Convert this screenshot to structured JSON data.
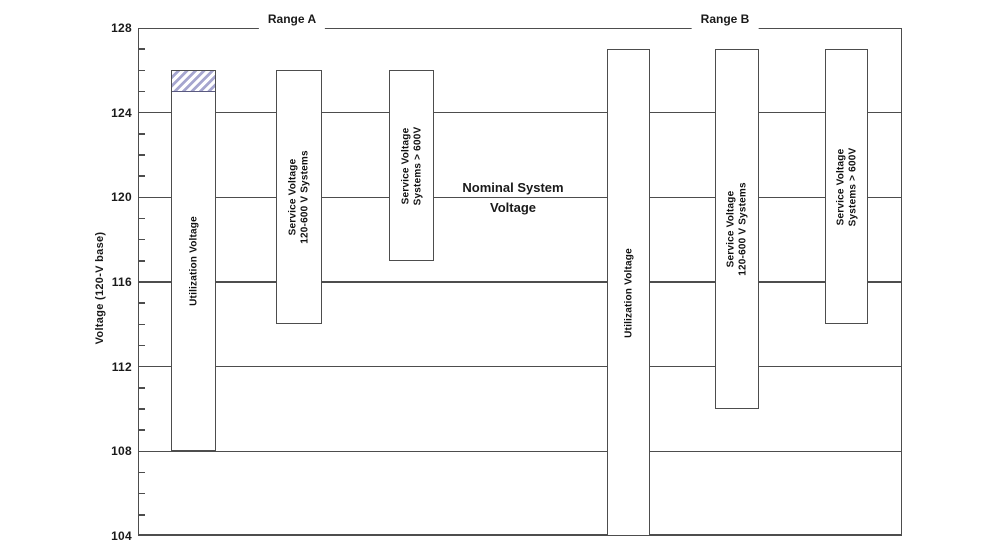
{
  "chart_data": {
    "type": "bar",
    "subtype": "floating-range-bars",
    "title": "",
    "ylabel": "Voltage (120-V base)",
    "ylim": [
      104,
      128
    ],
    "yticks": [
      128,
      124,
      120,
      116,
      112,
      108,
      104
    ],
    "minor_tick_step": 1,
    "grid": "horizontal-major-lines",
    "annotation": {
      "line1": "Nominal System",
      "line2": "Voltage",
      "at_voltage": 120
    },
    "groups": [
      {
        "name": "Range A",
        "bars": [
          {
            "label_lines": [
              "Utilization Voltage"
            ],
            "from": 108,
            "to": 126,
            "hatch_band": {
              "from": 125,
              "to": 126
            }
          },
          {
            "label_lines": [
              "Service Voltage",
              "120-600 V Systems"
            ],
            "from": 114,
            "to": 126
          },
          {
            "label_lines": [
              "Service Voltage",
              "Systems > 600V"
            ],
            "from": 117,
            "to": 126
          }
        ]
      },
      {
        "name": "Range B",
        "bars": [
          {
            "label_lines": [
              "Utilization Voltage"
            ],
            "from": 104,
            "to": 127
          },
          {
            "label_lines": [
              "Service Voltage",
              "120-600 V Systems"
            ],
            "from": 110,
            "to": 127
          },
          {
            "label_lines": [
              "Service Voltage",
              "Systems > 600V"
            ],
            "from": 114,
            "to": 127
          }
        ]
      }
    ],
    "colors": {
      "line": "#4d4d4d",
      "text": "#1a1a1a",
      "bar_fill": "#ffffff",
      "hatch_stripe": "#a6a6cf",
      "background": "#ffffff"
    }
  }
}
